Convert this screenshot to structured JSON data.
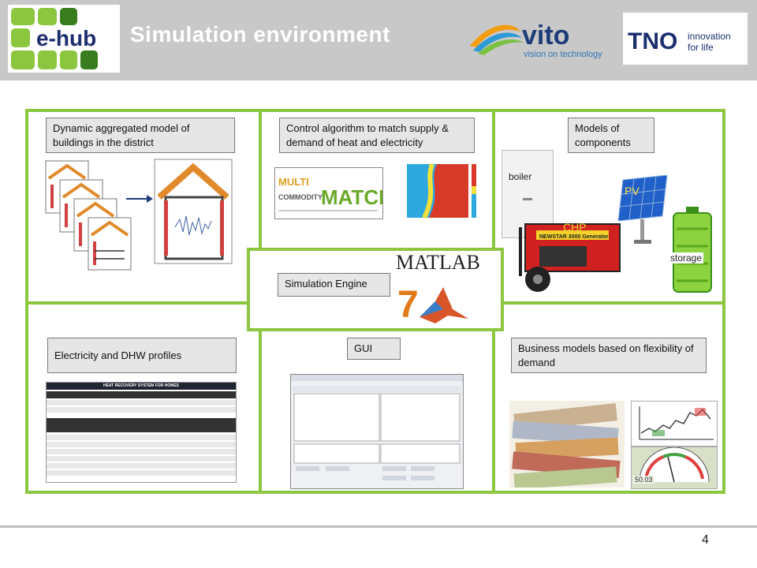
{
  "header": {
    "logo_text": "e-hub",
    "title": "Simulation environment",
    "partner_logos": [
      {
        "name": "vito",
        "tagline": "vision on technology"
      },
      {
        "name": "TNO",
        "tagline": "innovation for life"
      }
    ]
  },
  "cells": {
    "buildings": {
      "label": "Dynamic aggregated model of buildings in the district"
    },
    "control": {
      "label": "Control algorithm to match supply & demand of heat and electricity",
      "product_logo_lines": [
        "MULTI",
        "COMMODITY",
        "MATCHER"
      ]
    },
    "components": {
      "label": "Models of components",
      "items": [
        "boiler",
        "PV",
        "CHP",
        "storage"
      ],
      "generator_brand": "NEWSTAR 3000  Generator"
    },
    "engine": {
      "label": "Simulation Engine",
      "software_logo": "MATLAB"
    },
    "profiles": {
      "label": "Electricity and DHW profiles",
      "table_title": "HEAT RECOVERY SYSTEM FOR HOMES"
    },
    "gui": {
      "label": "GUI"
    },
    "business": {
      "label": "Business models based on flexibility of demand",
      "gauge_value": "50.03"
    }
  },
  "footer": {
    "page_number": "4"
  },
  "colors": {
    "header_bg": "#c8c8c8",
    "grid_border": "#8cc63f",
    "label_bg": "#e6e6e6"
  }
}
